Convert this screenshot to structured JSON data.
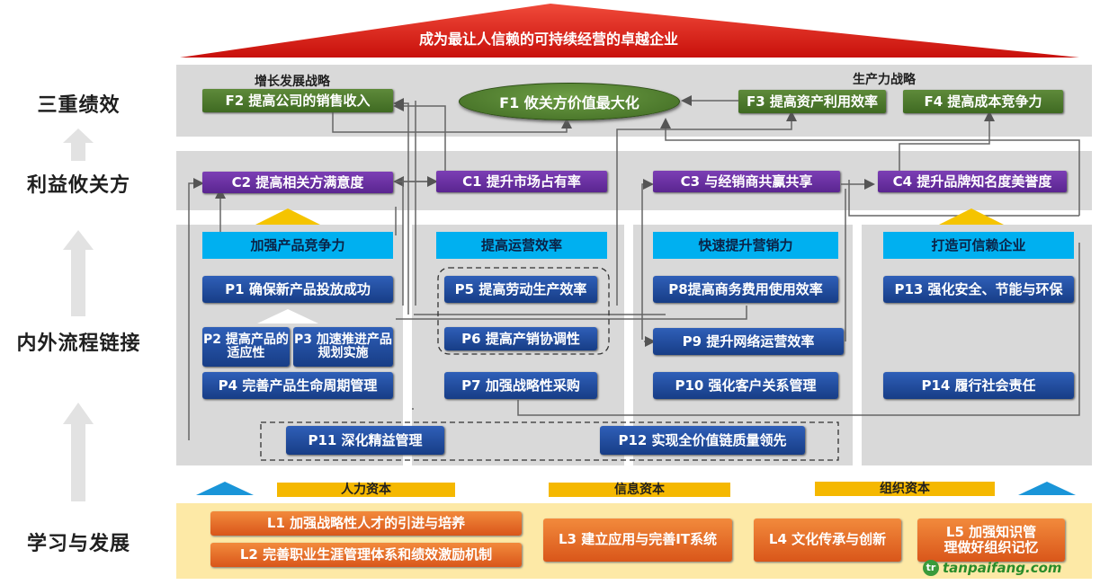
{
  "roof": {
    "title": "成为最让人信赖的可持续经营的卓越企业"
  },
  "rows": {
    "r1": "三重绩效",
    "r2": "利益攸关方",
    "r3": "内外流程链接",
    "r4": "学习与发展"
  },
  "captions": {
    "growth": "增长发展战略",
    "productivity": "生产力战略"
  },
  "finance": {
    "f1": "F1 攸关方价值最大化",
    "f2": "F2 提高公司的销售收入",
    "f3": "F3 提高资产利用效率",
    "f4": "F4 提高成本竞争力"
  },
  "customer": {
    "c1": "C1 提升市场占有率",
    "c2": "C2 提高相关方满意度",
    "c3": "C3 与经销商共赢共享",
    "c4": "C4 提升品牌知名度美誉度"
  },
  "themes": {
    "t1": "加强产品竞争力",
    "t2": "提高运营效率",
    "t3": "快速提升营销力",
    "t4": "打造可信赖企业"
  },
  "process": {
    "p1": "P1 确保新产品投放成功",
    "p2": "P2 提高产品的适应性",
    "p3": "P3 加速推进产品规划实施",
    "p4": "P4 完善产品生命周期管理",
    "p5": "P5 提高劳动生产效率",
    "p6": "P6 提高产销协调性",
    "p7": "P7 加强战略性采购",
    "p8": "P8提高商务费用使用效率",
    "p9": "P9 提升网络运营效率",
    "p10": "P10 强化客户关系管理",
    "p11": "P11 深化精益管理",
    "p12": "P12  实现全价值链质量领先",
    "p13": "P13 强化安全、节能与环保",
    "p14": "P14 履行社会责任"
  },
  "capital": {
    "human": "人力资本",
    "info": "信息资本",
    "org": "组织资本"
  },
  "learning": {
    "l1": "L1 加强战略性人才的引进与培养",
    "l2": "L2 完善职业生涯管理体系和绩效激励机制",
    "l3": "L3 建立应用与完善IT系统",
    "l4": "L4 文化传承与创新",
    "l5": "L5 加强知识管理做好组织记忆"
  },
  "watermark": "tanpaifang.com",
  "colors": {
    "roof": "#e0201b",
    "green": "#4f7a2d",
    "purple": "#6a2fa0",
    "blue": "#1f4e9c",
    "cyan": "#00b0f0",
    "yellow": "#f5b800",
    "orange": "#e8692a",
    "band": "#d9d9d9"
  }
}
